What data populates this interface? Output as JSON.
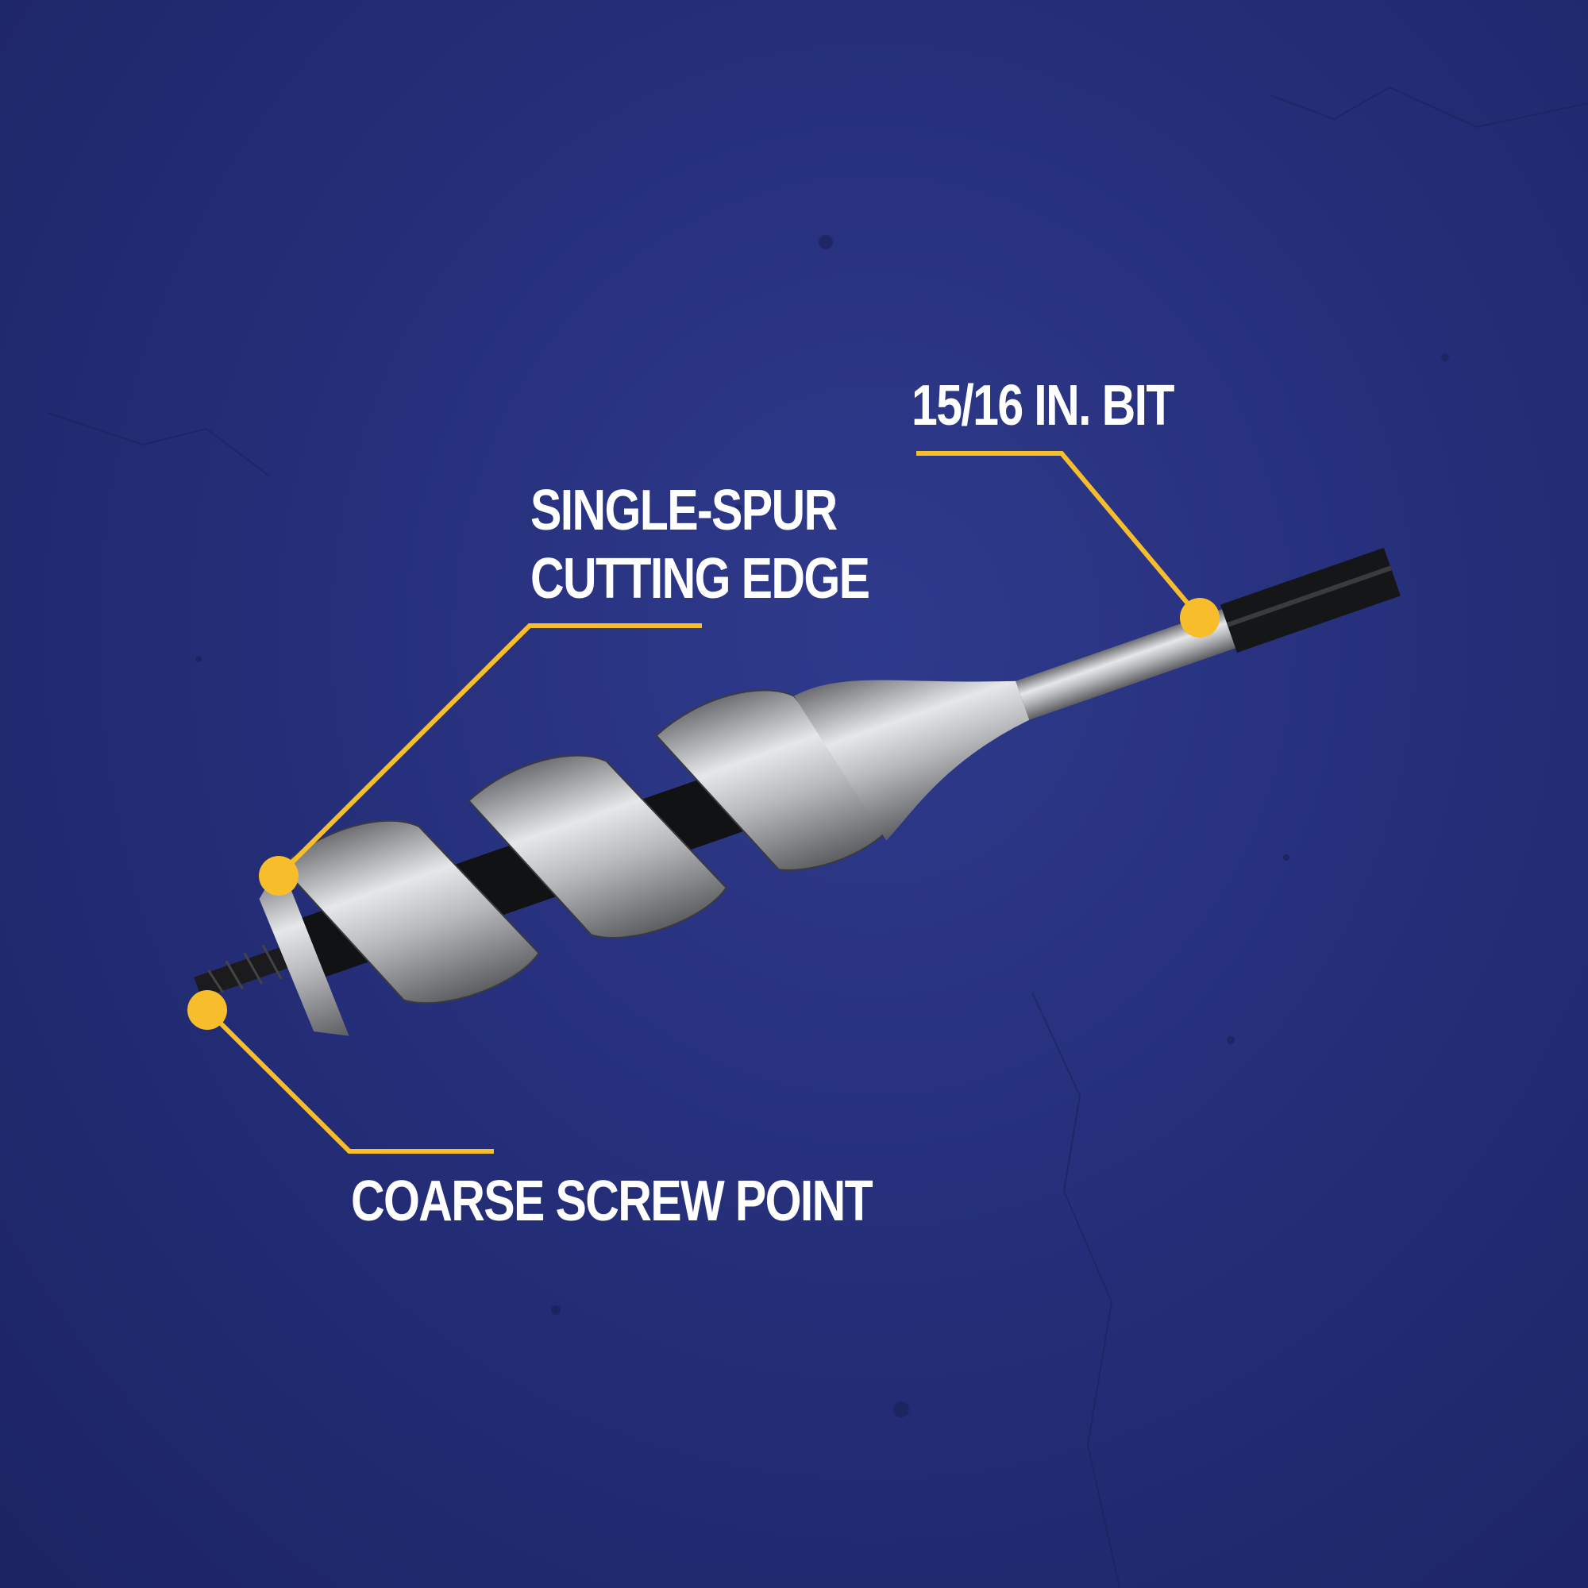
{
  "callouts": {
    "bit_size": "15/16 IN. BIT",
    "cutting_edge_line1": "SINGLE-SPUR",
    "cutting_edge_line2": "CUTTING EDGE",
    "screw_point": "COARSE SCREW POINT"
  },
  "colors": {
    "background": "#252f7a",
    "callout": "#f7bd2a",
    "text": "#ffffff"
  }
}
